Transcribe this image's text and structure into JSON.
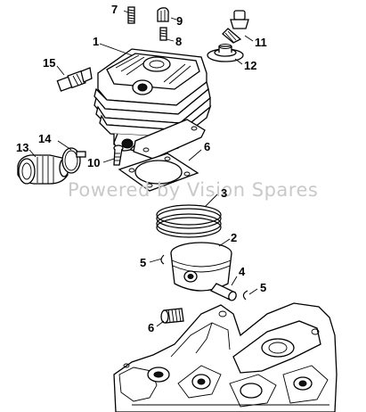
{
  "watermark": "Powered by Vision Spares",
  "callouts": [
    {
      "id": "1",
      "label": "1"
    },
    {
      "id": "2",
      "label": "2"
    },
    {
      "id": "3",
      "label": "3"
    },
    {
      "id": "4",
      "label": "4"
    },
    {
      "id": "5a",
      "label": "5"
    },
    {
      "id": "5b",
      "label": "5"
    },
    {
      "id": "6a",
      "label": "6"
    },
    {
      "id": "6b",
      "label": "6"
    },
    {
      "id": "7",
      "label": "7"
    },
    {
      "id": "8",
      "label": "8"
    },
    {
      "id": "9",
      "label": "9"
    },
    {
      "id": "10",
      "label": "10"
    },
    {
      "id": "11",
      "label": "11"
    },
    {
      "id": "12",
      "label": "12"
    },
    {
      "id": "13",
      "label": "13"
    },
    {
      "id": "14",
      "label": "14"
    },
    {
      "id": "15",
      "label": "15"
    }
  ]
}
